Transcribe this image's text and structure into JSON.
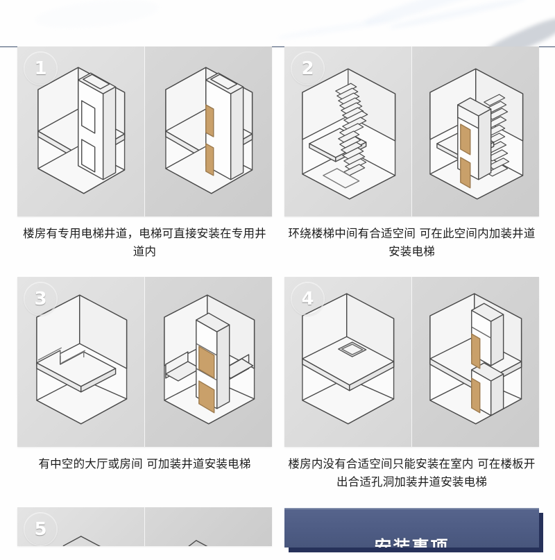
{
  "theme": {
    "hero_blue_dark": "#3f5c87",
    "hero_blue_light": "#5f7390",
    "badge_blue": "#4a5878",
    "panel_blue": "#4e5c84",
    "panel_shadow_blue": "#26315a",
    "card_gray_left": "#e0e0e0",
    "card_gray_right": "#d4d4d4",
    "line_color": "#4a4a4a",
    "door_wood": "#c9a06a",
    "caption_color": "#1d1d1d"
  },
  "hero": {
    "alt": "blue sky gradient banner"
  },
  "cards": [
    {
      "number": "1",
      "caption": "楼房有专用电梯井道，电梯可直接安装在专用井道内",
      "left_alt": "两层楼房剖面 自带专用电梯井道",
      "right_alt": "同一楼房井道内已安装电梯与层门"
    },
    {
      "number": "2",
      "caption": "环绕楼梯中间有合适空间 可在此空间内加装井道安装电梯",
      "left_alt": "室内环绕式楼梯 中间留有空井",
      "right_alt": "楼梯中间空井处加装井道与电梯"
    },
    {
      "number": "3",
      "caption": "有中空的大厅或房间 可加装井道安装电梯",
      "left_alt": "带中空大厅的房间剖面",
      "right_alt": "中空大厅内加装井道与电梯"
    },
    {
      "number": "4",
      "caption": "楼房内没有合适空间只能安装在室内 可在楼板开出合适孔洞加装井道安装电梯",
      "left_alt": "楼板上开出的方形孔洞",
      "right_alt": "穿过楼板孔洞加装的井道与电梯"
    },
    {
      "number": "5",
      "caption": "",
      "left_alt": "第五种安装方式示意图 局部",
      "right_alt": "第五种安装方式示意图 局部"
    }
  ],
  "bottom_panel": {
    "title": "安装事项"
  }
}
